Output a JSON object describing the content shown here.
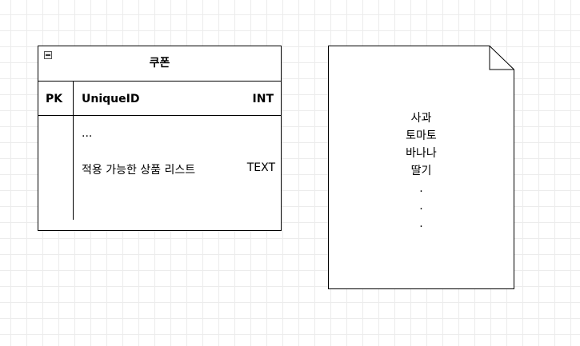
{
  "table": {
    "title": "쿠폰",
    "pk_label": "PK",
    "key_field": "UniqueID",
    "key_type": "INT",
    "fields": [
      {
        "name": "...",
        "type": ""
      },
      {
        "name": "적용 가능한 상품 리스트",
        "type": "TEXT"
      }
    ]
  },
  "note": {
    "lines": [
      "사과",
      "토마토",
      "바나나",
      "딸기",
      ".",
      ".",
      "."
    ]
  }
}
